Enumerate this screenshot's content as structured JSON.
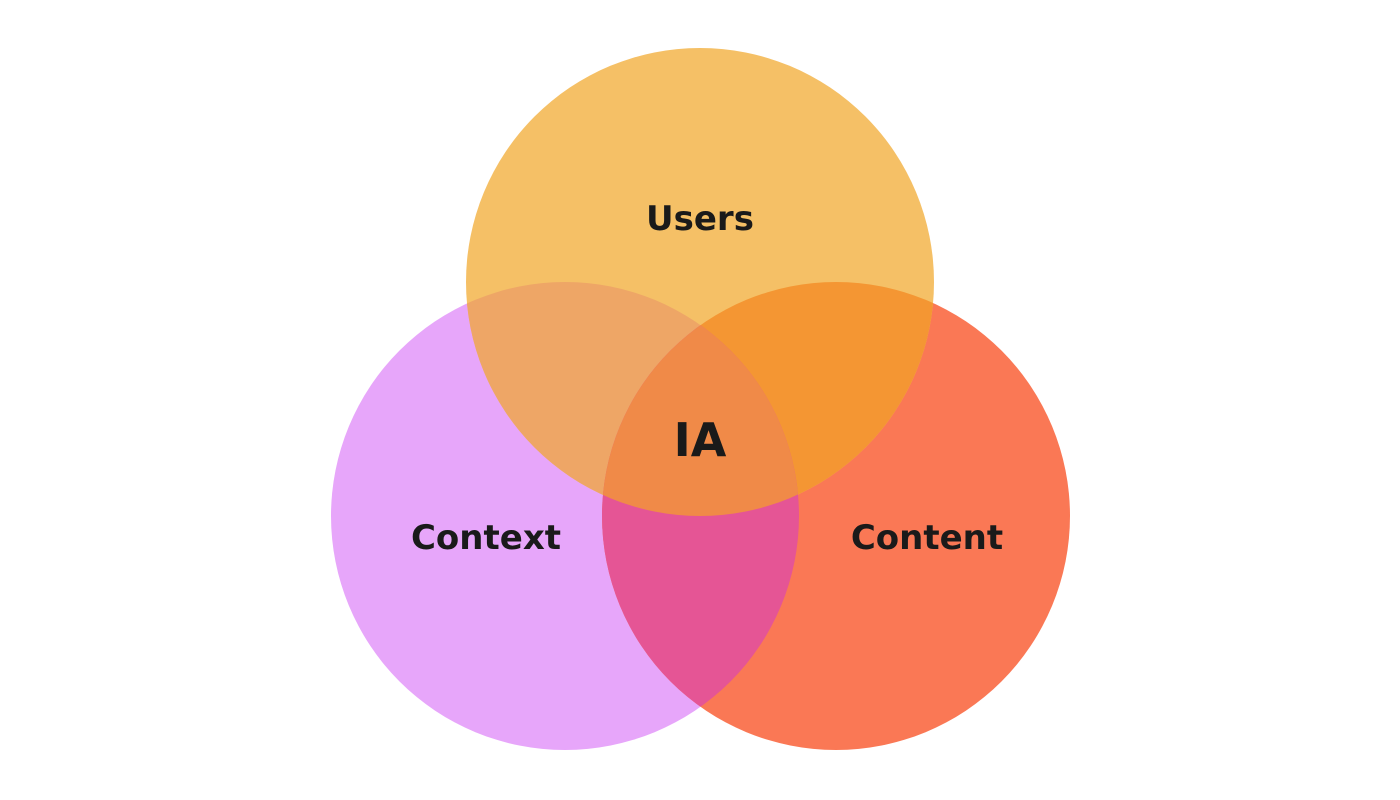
{
  "diagram": {
    "type": "venn",
    "sets": [
      {
        "id": "users",
        "label": "Users",
        "color": "#F5C066"
      },
      {
        "id": "context",
        "label": "Context",
        "color": "#E7A6FA"
      },
      {
        "id": "content",
        "label": "Content",
        "color": "#FA7855"
      }
    ],
    "overlaps": {
      "users_context": "#EEA666",
      "users_content": "#F49633",
      "context_content": "#E55595",
      "all": "#F08A48"
    },
    "center_label": "IA"
  }
}
